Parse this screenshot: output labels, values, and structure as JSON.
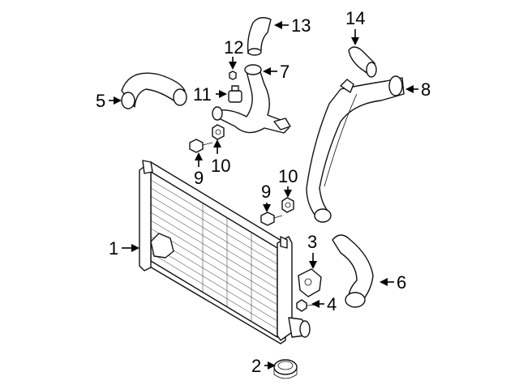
{
  "callouts": {
    "c1": "1",
    "c2": "2",
    "c3": "3",
    "c4": "4",
    "c5": "5",
    "c6": "6",
    "c7": "7",
    "c8": "8",
    "c9a": "9",
    "c9b": "9",
    "c10a": "10",
    "c10b": "10",
    "c11": "11",
    "c12": "12",
    "c13": "13",
    "c14": "14"
  },
  "parts": {
    "p1": "intercooler",
    "p2": "seal-ring",
    "p3": "mounting-bracket",
    "p4": "bolt",
    "p5": "inlet-hose",
    "p6": "outlet-hose",
    "p7": "inlet-pipe-assembly",
    "p8": "outlet-pipe-assembly",
    "p9": "bolt",
    "p10": "nut",
    "p11": "sensor",
    "p12": "screw",
    "p13": "hose-upper",
    "p14": "hose-small"
  }
}
